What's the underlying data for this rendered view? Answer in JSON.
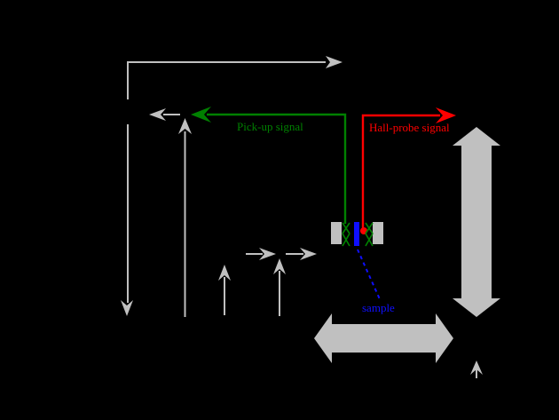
{
  "diagram": {
    "title_hint": "experimental-setup schematic on black background",
    "labels": {
      "pickup_signal": "Pick-up signal",
      "hall_probe_signal": "Hall-probe signal",
      "sample": "sample"
    },
    "colors": {
      "background": "#000000",
      "gray": "#c0c0c0",
      "green": "#008000",
      "red": "#ff0000",
      "blue": "#0f0fff"
    }
  }
}
